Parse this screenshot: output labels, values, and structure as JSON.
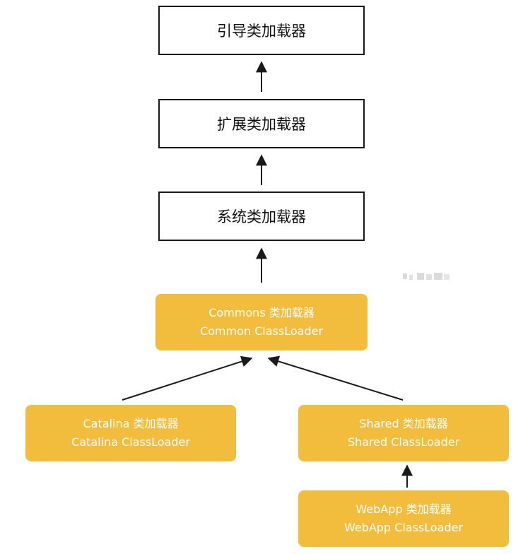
{
  "colors": {
    "box_fill": "#f2bc3c",
    "box_text": "#ffffff",
    "border": "#1a1a1a",
    "arrow": "#1a1a1a"
  },
  "nodes": {
    "bootstrap": {
      "label": "引导类加载器"
    },
    "extension": {
      "label": "扩展类加载器"
    },
    "system": {
      "label": "系统类加载器"
    },
    "common": {
      "line1": "Commons 类加载器",
      "line2": "Common ClassLoader"
    },
    "catalina": {
      "line1": "Catalina 类加载器",
      "line2": "Catalina ClassLoader"
    },
    "shared": {
      "line1": "Shared 类加载器",
      "line2": "Shared ClassLoader"
    },
    "webapp": {
      "line1": "WebApp 类加载器",
      "line2": "WebApp ClassLoader"
    }
  },
  "edges": [
    {
      "from": "extension",
      "to": "bootstrap"
    },
    {
      "from": "system",
      "to": "extension"
    },
    {
      "from": "common",
      "to": "system"
    },
    {
      "from": "catalina",
      "to": "common"
    },
    {
      "from": "shared",
      "to": "common"
    },
    {
      "from": "webapp",
      "to": "shared"
    }
  ]
}
